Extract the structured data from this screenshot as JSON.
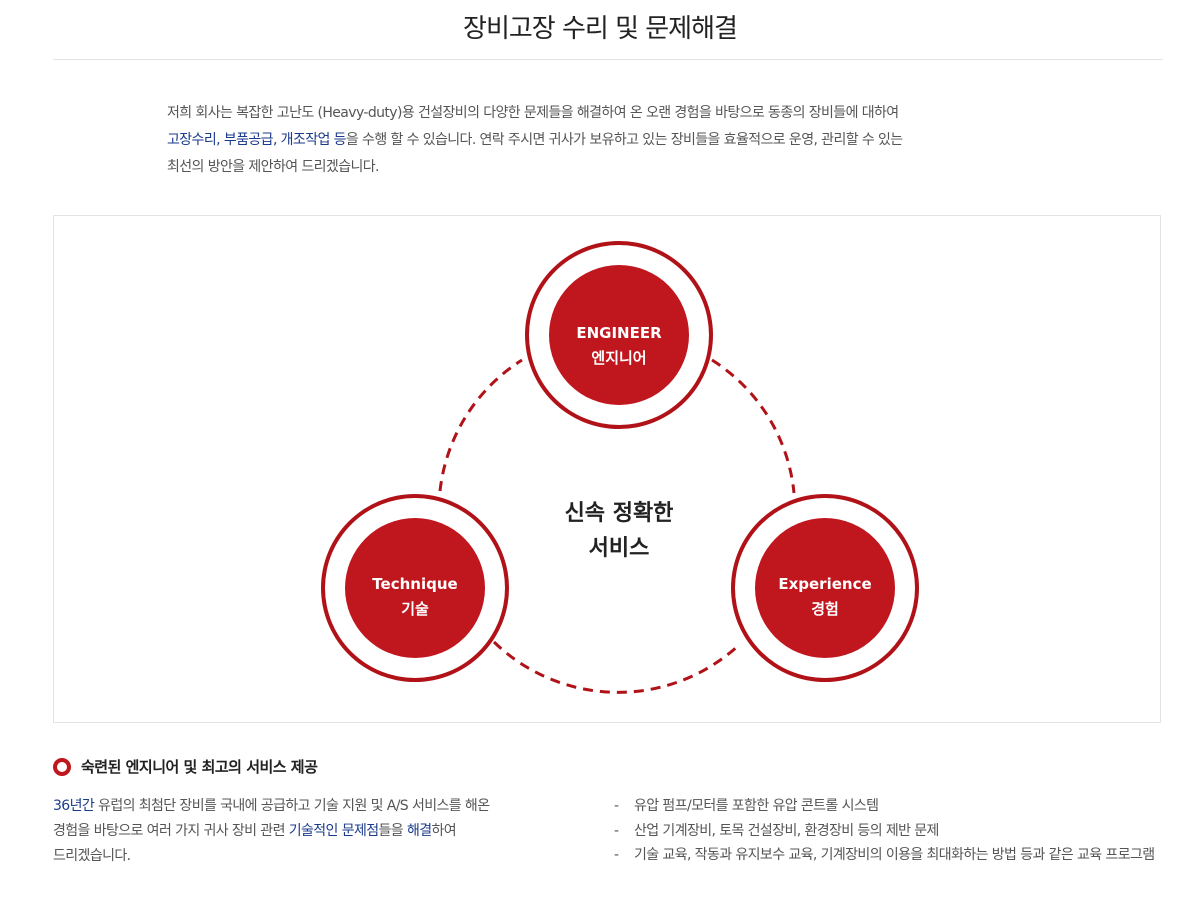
{
  "title": "장비고장 수리 및 문제해결",
  "intro": {
    "line1": "저희 회사는 복잡한 고난도 (Heavy-duty)용 건설장비의 다양한 문제들을 해결하여 온 오랜 경험을 바탕으로 동종의 장비들에 대하여",
    "highlight1": "고장수리",
    "sep1": ", ",
    "highlight2": "부품공급",
    "sep2": ", ",
    "highlight3": "개조작업 등",
    "line2_rest": "을 수행 할 수 있습니다. 연락 주시면 귀사가 보유하고 있는 장비들을 효율적으로 운영, 관리할 수 있는",
    "line3": "최선의 방안을 제안하여 드리겠습니다."
  },
  "diagram": {
    "center_line1": "신속 정확한",
    "center_line2": "서비스",
    "nodes": [
      {
        "en": "ENGINEER",
        "ko": "엔지니어"
      },
      {
        "en": "Technique",
        "ko": "기술"
      },
      {
        "en": "Experience",
        "ko": "경험"
      }
    ],
    "accent_color": "#c0161e",
    "dark_red": "#b01218"
  },
  "section": {
    "heading": "숙련된 엔지니어 및 최고의 서비스 제공",
    "left": {
      "hl_a": "36년간",
      "t_a": " 유럽의 최첨단 장비를 국내에 공급하고 기술 지원 및 A/S 서비스를 해온",
      "t_b": "경험을 바탕으로 여러 가지 귀사 장비 관련 ",
      "hl_b": "기술적인 문제점",
      "t_c": "들을 ",
      "hl_c": "해결",
      "t_d": "하여",
      "t_e": "드리겠습니다."
    },
    "list": [
      "유압 펌프/모터를 포함한 유압 콘트롤 시스템",
      "산업 기계장비, 토목 건설장비, 환경장비 등의 제반 문제",
      "기술 교육, 작동과 유지보수 교육, 기계장비의 이용을 최대화하는 방법 등과 같은 교육 프로그램"
    ],
    "list_dash": "-"
  }
}
